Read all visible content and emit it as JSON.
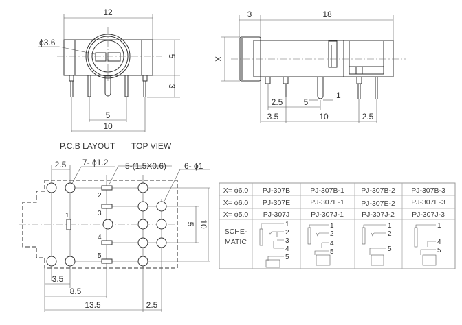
{
  "front_view": {
    "dim_width": "12",
    "dim_hole": "ϕ3.6",
    "dim_height": "5",
    "dim_pin_length": "3",
    "dim_pin_inner": "5",
    "dim_pin_outer": "10"
  },
  "side_view": {
    "dim_cap": "3",
    "dim_length": "18",
    "dim_x": "X",
    "dim_a": "2.5",
    "dim_b": "5",
    "dim_c": "1",
    "dim_d": "3.5",
    "dim_e": "10",
    "dim_f": "2.5"
  },
  "pcb_layout": {
    "title": "P.C.B LAYOUT",
    "subtitle": "TOP VIEW",
    "dim_pitch": "2.5",
    "holes_large": "7- ϕ1.2",
    "slots": "5-(1.5X0.6)",
    "holes_small": "6- ϕ1",
    "pin_labels": [
      "1",
      "2",
      "3",
      "4",
      "5"
    ],
    "dim_inner_v": "5",
    "dim_outer_v": "10",
    "dim_35": "3.5",
    "dim_85": "8.5",
    "dim_135": "13.5",
    "dim_25": "2.5"
  },
  "table": {
    "rows": [
      [
        "X= ϕ6.0",
        "PJ-307B",
        "PJ-307B-1",
        "PJ-307B-2",
        "PJ-307B-3"
      ],
      [
        "X= ϕ6.0",
        "PJ-307E",
        "PJ-307E-1",
        "PJ-307E-2",
        "PJ-307E-3"
      ],
      [
        "X= ϕ5.0",
        "PJ-307J",
        "PJ-307J-1",
        "PJ-307J-2",
        "PJ-307J-3"
      ]
    ],
    "schematic_label_1": "SCHE-",
    "schematic_label_2": "MATIC",
    "schematic_pins": {
      "c1": [
        "1",
        "2",
        "3",
        "4",
        "5"
      ],
      "c2": [
        "1",
        "2",
        "4",
        "5"
      ],
      "c3": [
        "1",
        "2",
        "5"
      ],
      "c4": [
        "1",
        "4",
        "5"
      ]
    }
  }
}
